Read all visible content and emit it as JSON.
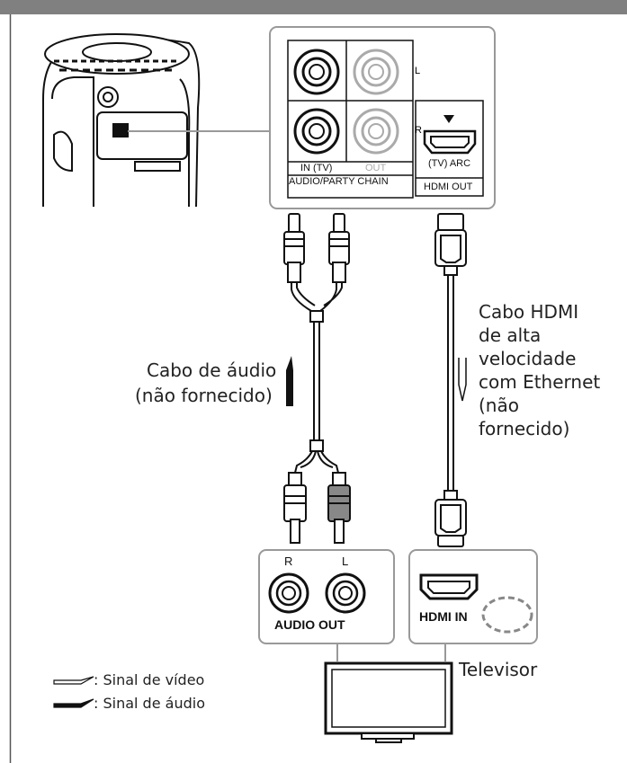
{
  "panel": {
    "ch_l": "L",
    "ch_r": "R",
    "in_tv": "IN (TV)",
    "out": "OUT",
    "audio_party": "AUDIO/PARTY CHAIN",
    "tv_arc": "(TV) ARC",
    "hdmi_out": "HDMI OUT"
  },
  "cables": {
    "audio_cable": [
      "Cabo de áudio",
      "(não fornecido)"
    ],
    "hdmi_cable": [
      "Cabo HDMI",
      "de alta",
      "velocidade",
      "com Ethernet",
      "(não",
      "fornecido)"
    ]
  },
  "tv": {
    "audio_r": "R",
    "audio_l": "L",
    "audio_out": "AUDIO OUT",
    "hdmi_in": "HDMI IN",
    "label": "Televisor"
  },
  "legend": {
    "video": ": Sinal de vídeo",
    "audio": ": Sinal de áudio"
  }
}
